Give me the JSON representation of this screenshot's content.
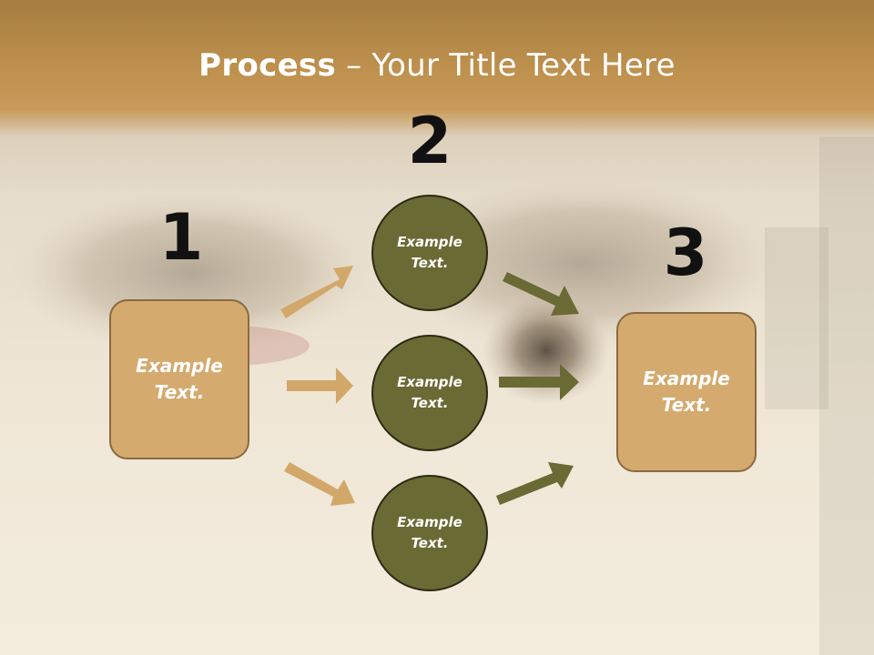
{
  "title": {
    "bold": "Process",
    "rest": " – Your Title Text Here"
  },
  "steps": [
    {
      "number": "1",
      "label": "Example\nText."
    },
    {
      "number": "2",
      "label": ""
    },
    {
      "number": "3",
      "label": "Example\nText."
    }
  ],
  "circles": [
    {
      "label": "Example\nText."
    },
    {
      "label": "Example\nText."
    },
    {
      "label": "Example\nText."
    }
  ],
  "colors": {
    "box_fill": "#d4aa6e",
    "circle_fill": "#6a6a35",
    "left_arrow": "#d2a86a",
    "right_arrow": "#6a6a35",
    "header": "#c0924f"
  }
}
